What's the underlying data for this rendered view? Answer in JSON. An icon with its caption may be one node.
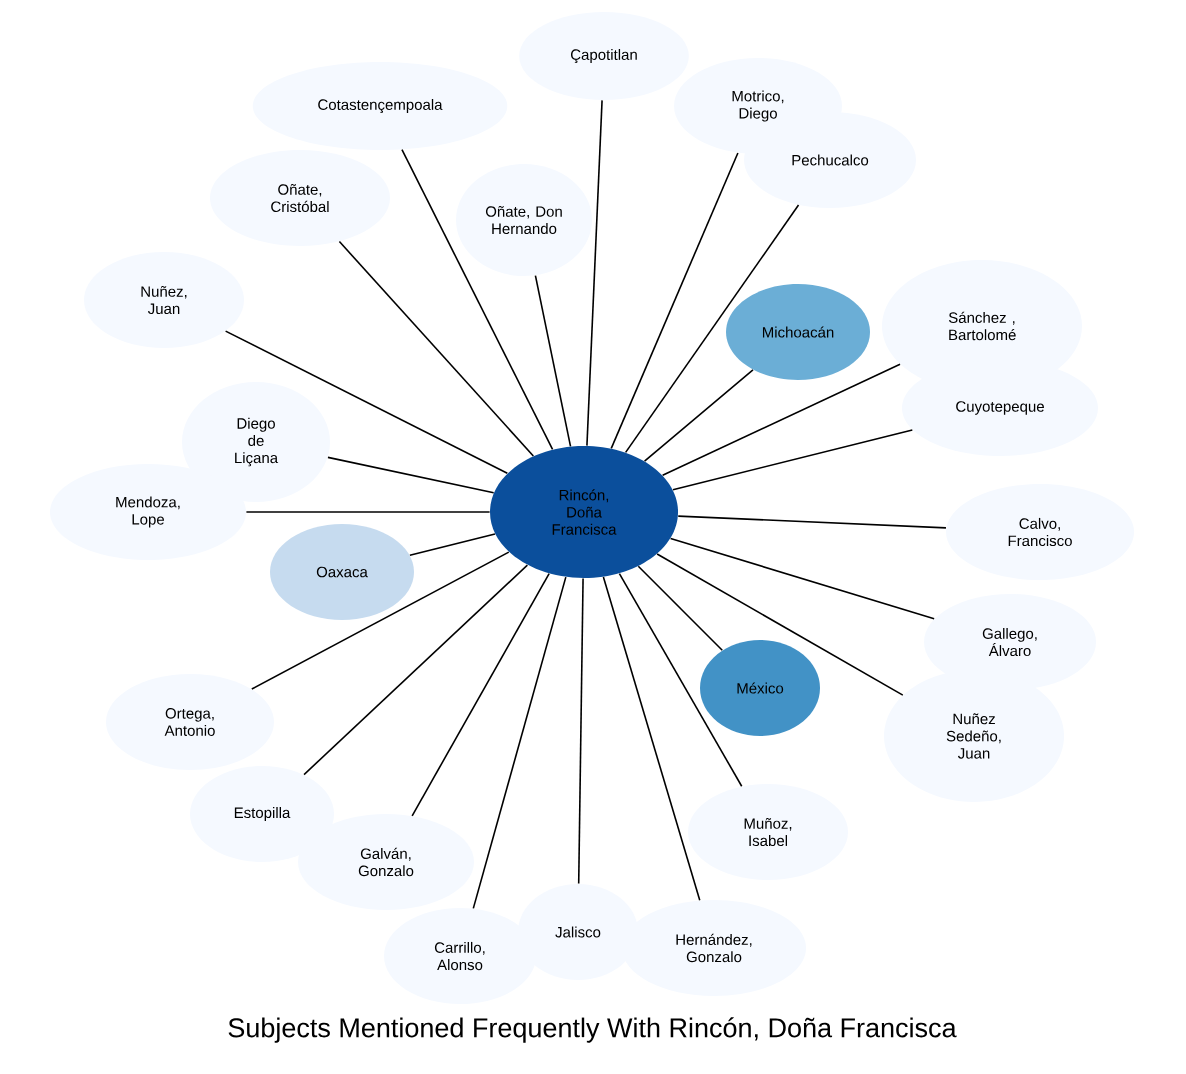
{
  "diagram": {
    "title": "Subjects Mentioned Frequently With Rincón, Doña Francisca",
    "nodes": [
      {
        "text": [
          "Rincón, Doña Francisca"
        ]
      },
      {
        "text": [
          "Çapotitlan"
        ]
      },
      {
        "text": [
          "Cotastençempoala"
        ]
      },
      {
        "text": [
          "Motrico, Diego"
        ]
      },
      {
        "text": [
          "Oñate, Don Hernando"
        ]
      },
      {
        "text": [
          "Oñate, Cristóbal"
        ]
      },
      {
        "text": [
          "Pechucalco"
        ]
      },
      {
        "text": [
          "Sánchez , Bartolomé"
        ]
      },
      {
        "text": [
          "Nuñez, Juan"
        ]
      },
      {
        "text": [
          "Diego de Liçana"
        ]
      },
      {
        "text": [
          "Michoacán"
        ]
      },
      {
        "text": [
          "Cuyotepeque"
        ]
      },
      {
        "text": [
          "Mendoza, Lope"
        ]
      },
      {
        "text": [
          "Calvo, Francisco"
        ]
      },
      {
        "text": [
          "Oaxaca"
        ]
      },
      {
        "text": [
          "México"
        ]
      },
      {
        "text": [
          "Gallego, Álvaro"
        ]
      },
      {
        "text": [
          "Ortega, Antonio"
        ]
      },
      {
        "text": [
          "Nuñez Sedeño, Juan"
        ]
      },
      {
        "text": [
          "Estopilla"
        ]
      },
      {
        "text": [
          "Muñoz, Isabel"
        ]
      },
      {
        "text": [
          "Galván, Gonzalo"
        ]
      },
      {
        "text": [
          "Jalisco"
        ]
      },
      {
        "text": [
          "Hernández, Gonzalo"
        ]
      },
      {
        "text": [
          "Carrillo, Alonso"
        ]
      }
    ],
    "edges": [
      {
        "from": 0,
        "to": 1,
        "arrow": "none"
      },
      {
        "from": 0,
        "to": 2,
        "arrow": "none"
      },
      {
        "from": 0,
        "to": 3,
        "arrow": "none"
      },
      {
        "from": 0,
        "to": 4,
        "arrow": "none"
      },
      {
        "from": 0,
        "to": 5,
        "arrow": "none"
      },
      {
        "from": 0,
        "to": 6,
        "arrow": "none"
      },
      {
        "from": 0,
        "to": 7,
        "arrow": "none"
      },
      {
        "from": 0,
        "to": 8,
        "arrow": "none"
      },
      {
        "from": 0,
        "to": 9,
        "arrow": "none"
      },
      {
        "from": 0,
        "to": 10,
        "arrow": "none"
      },
      {
        "from": 0,
        "to": 11,
        "arrow": "none"
      },
      {
        "from": 0,
        "to": 12,
        "arrow": "none"
      },
      {
        "from": 0,
        "to": 13,
        "arrow": "none"
      },
      {
        "from": 0,
        "to": 14,
        "arrow": "none"
      },
      {
        "from": 0,
        "to": 15,
        "arrow": "none"
      },
      {
        "from": 0,
        "to": 16,
        "arrow": "none"
      },
      {
        "from": 0,
        "to": 17,
        "arrow": "none"
      },
      {
        "from": 0,
        "to": 18,
        "arrow": "none"
      },
      {
        "from": 0,
        "to": 19,
        "arrow": "none"
      },
      {
        "from": 0,
        "to": 20,
        "arrow": "none"
      },
      {
        "from": 0,
        "to": 21,
        "arrow": "none"
      },
      {
        "from": 0,
        "to": 22,
        "arrow": "none"
      },
      {
        "from": 0,
        "to": 23,
        "arrow": "none"
      },
      {
        "from": 0,
        "to": 24,
        "arrow": "none"
      }
    ]
  }
}
